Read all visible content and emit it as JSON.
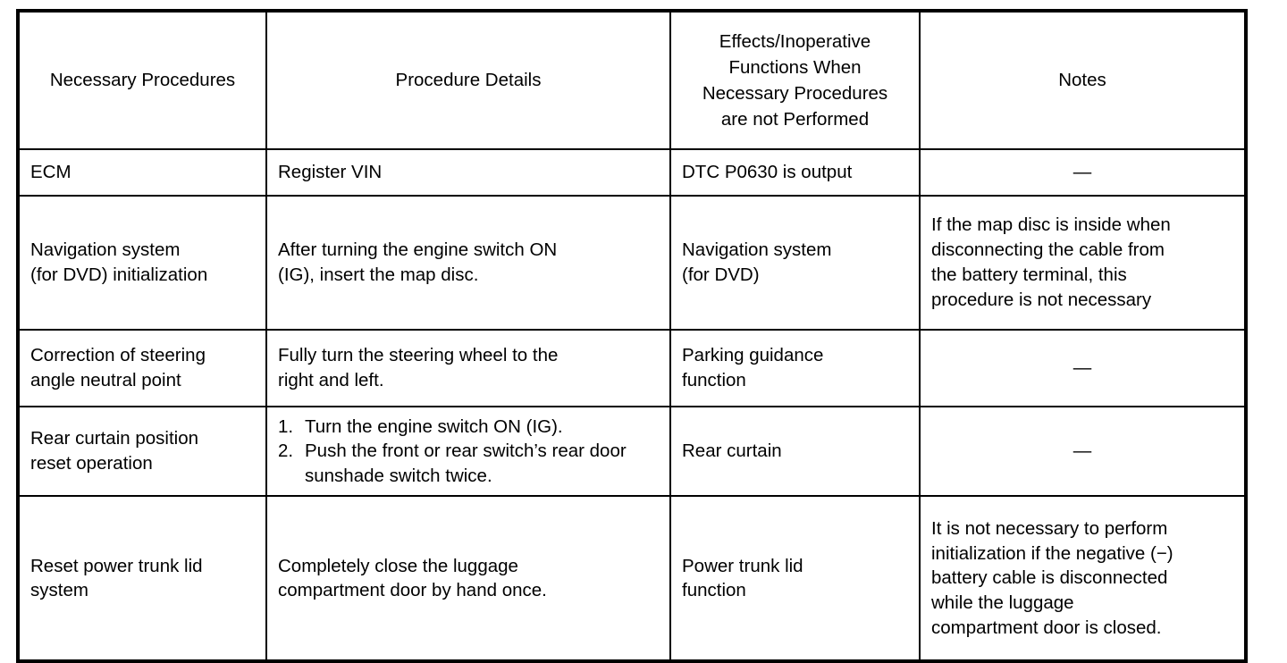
{
  "table": {
    "columns": [
      {
        "key": "necessary_procedures",
        "label": "Necessary Procedures"
      },
      {
        "key": "procedure_details",
        "label": "Procedure Details"
      },
      {
        "key": "effects",
        "label_lines": [
          "Effects/Inoperative",
          "Functions When",
          "Necessary Procedures",
          "are not Performed"
        ]
      },
      {
        "key": "notes",
        "label": "Notes"
      }
    ],
    "header": {
      "col1": "Necessary Procedures",
      "col2": "Procedure Details",
      "col3_line1": "Effects/Inoperative",
      "col3_line2": "Functions When",
      "col3_line3": "Necessary Procedures",
      "col3_line4": "are not Performed",
      "col4": "Notes"
    },
    "rows": [
      {
        "id": "ecm",
        "procedure": "ECM",
        "details": "Register VIN",
        "effects": "DTC P0630 is output",
        "notes": "—"
      },
      {
        "id": "navigation-initialization",
        "procedure_line1": "Navigation system",
        "procedure_line2": "(for DVD) initialization",
        "details_line1": "After turning the engine switch ON",
        "details_line2": "(IG), insert the map disc.",
        "effects_line1": "Navigation system",
        "effects_line2": "(for DVD)",
        "notes_line1": "If the map disc is inside when",
        "notes_line2": "disconnecting the cable from",
        "notes_line3": "the battery terminal, this",
        "notes_line4": "procedure is not necessary"
      },
      {
        "id": "steering-angle-neutral-point",
        "procedure_line1": "Correction of steering",
        "procedure_line2": "angle neutral point",
        "details_line1": "Fully turn the steering wheel to the",
        "details_line2": "right and left.",
        "effects_line1": "Parking guidance",
        "effects_line2": "function",
        "notes": "—"
      },
      {
        "id": "rear-curtain-position-reset",
        "procedure_line1": "Rear curtain position",
        "procedure_line2": "reset operation",
        "steps": [
          {
            "num": "1.",
            "text_line1": "Turn the engine switch ON (IG).",
            "text_line2": ""
          },
          {
            "num": "2.",
            "text_line1": "Push the front or rear switch’s rear",
            "text_line2": "door sunshade switch twice."
          }
        ],
        "effects": "Rear curtain",
        "notes": "—"
      },
      {
        "id": "reset-power-trunk-lid-system",
        "procedure_line1": "Reset power trunk lid",
        "procedure_line2": "system",
        "details_line1": "Completely close the luggage",
        "details_line2": "compartment door by hand once.",
        "effects_line1": "Power trunk lid",
        "effects_line2": "function",
        "notes_line1": "It is not necessary to perform",
        "notes_line2": "initialization if the negative (−)",
        "notes_line3": "battery cable is disconnected",
        "notes_line4": "while the luggage",
        "notes_line5": "compartment door is closed."
      }
    ]
  },
  "colors": {
    "text": "#000000",
    "border": "#000000",
    "background": "#ffffff"
  }
}
